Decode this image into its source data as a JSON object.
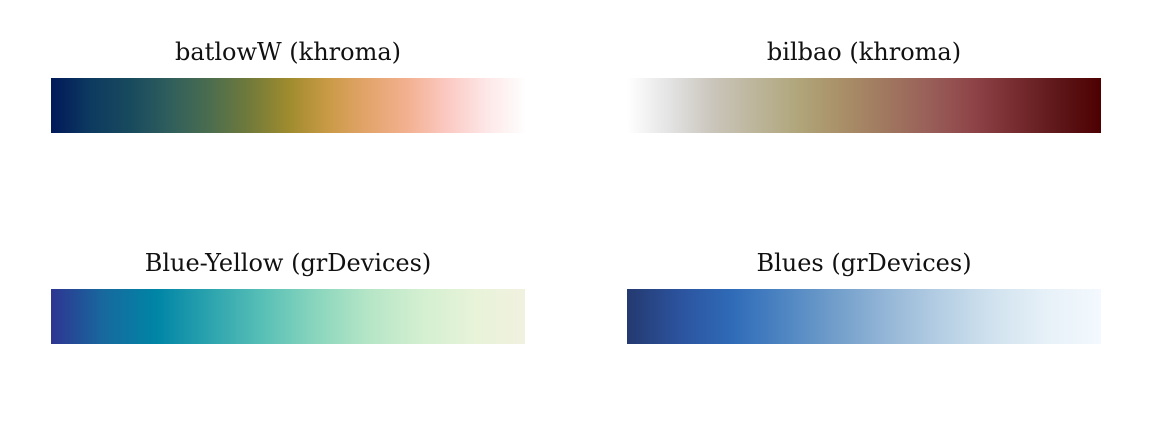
{
  "chart_data": [
    {
      "type": "colormap",
      "title": "batlowW (khroma)",
      "colors": [
        "#011959",
        "#0d3a60",
        "#184a5e",
        "#2f5e5c",
        "#4b6d4f",
        "#707a3b",
        "#9e8b2e",
        "#c99a46",
        "#e3a46a",
        "#f3b090",
        "#fbc8c1",
        "#fde6e6",
        "#fffefe"
      ]
    },
    {
      "type": "colormap",
      "title": "bilbao (khroma)",
      "colors": [
        "#ffffff",
        "#e3e3e3",
        "#cac5bb",
        "#bcb59a",
        "#b0a57a",
        "#a98f68",
        "#a0785f",
        "#995f59",
        "#8f4548",
        "#772d30",
        "#5e1719",
        "#4d0001"
      ]
    },
    {
      "type": "colormap",
      "title": "Blue-Yellow (grDevices)",
      "colors": [
        "#2e3591",
        "#17699e",
        "#0085a6",
        "#2ba3ae",
        "#57bfb6",
        "#88d5bd",
        "#b4e5c6",
        "#d2efd0",
        "#e7f3d8",
        "#f1f1df"
      ]
    },
    {
      "type": "colormap",
      "title": "Blues (grDevices)",
      "colors": [
        "#243970",
        "#2c539e",
        "#2f6bb8",
        "#4f86c2",
        "#739fcb",
        "#97b8d8",
        "#b6cfe4",
        "#d2e3ef",
        "#e7f1f8",
        "#f3f9fe"
      ]
    }
  ]
}
